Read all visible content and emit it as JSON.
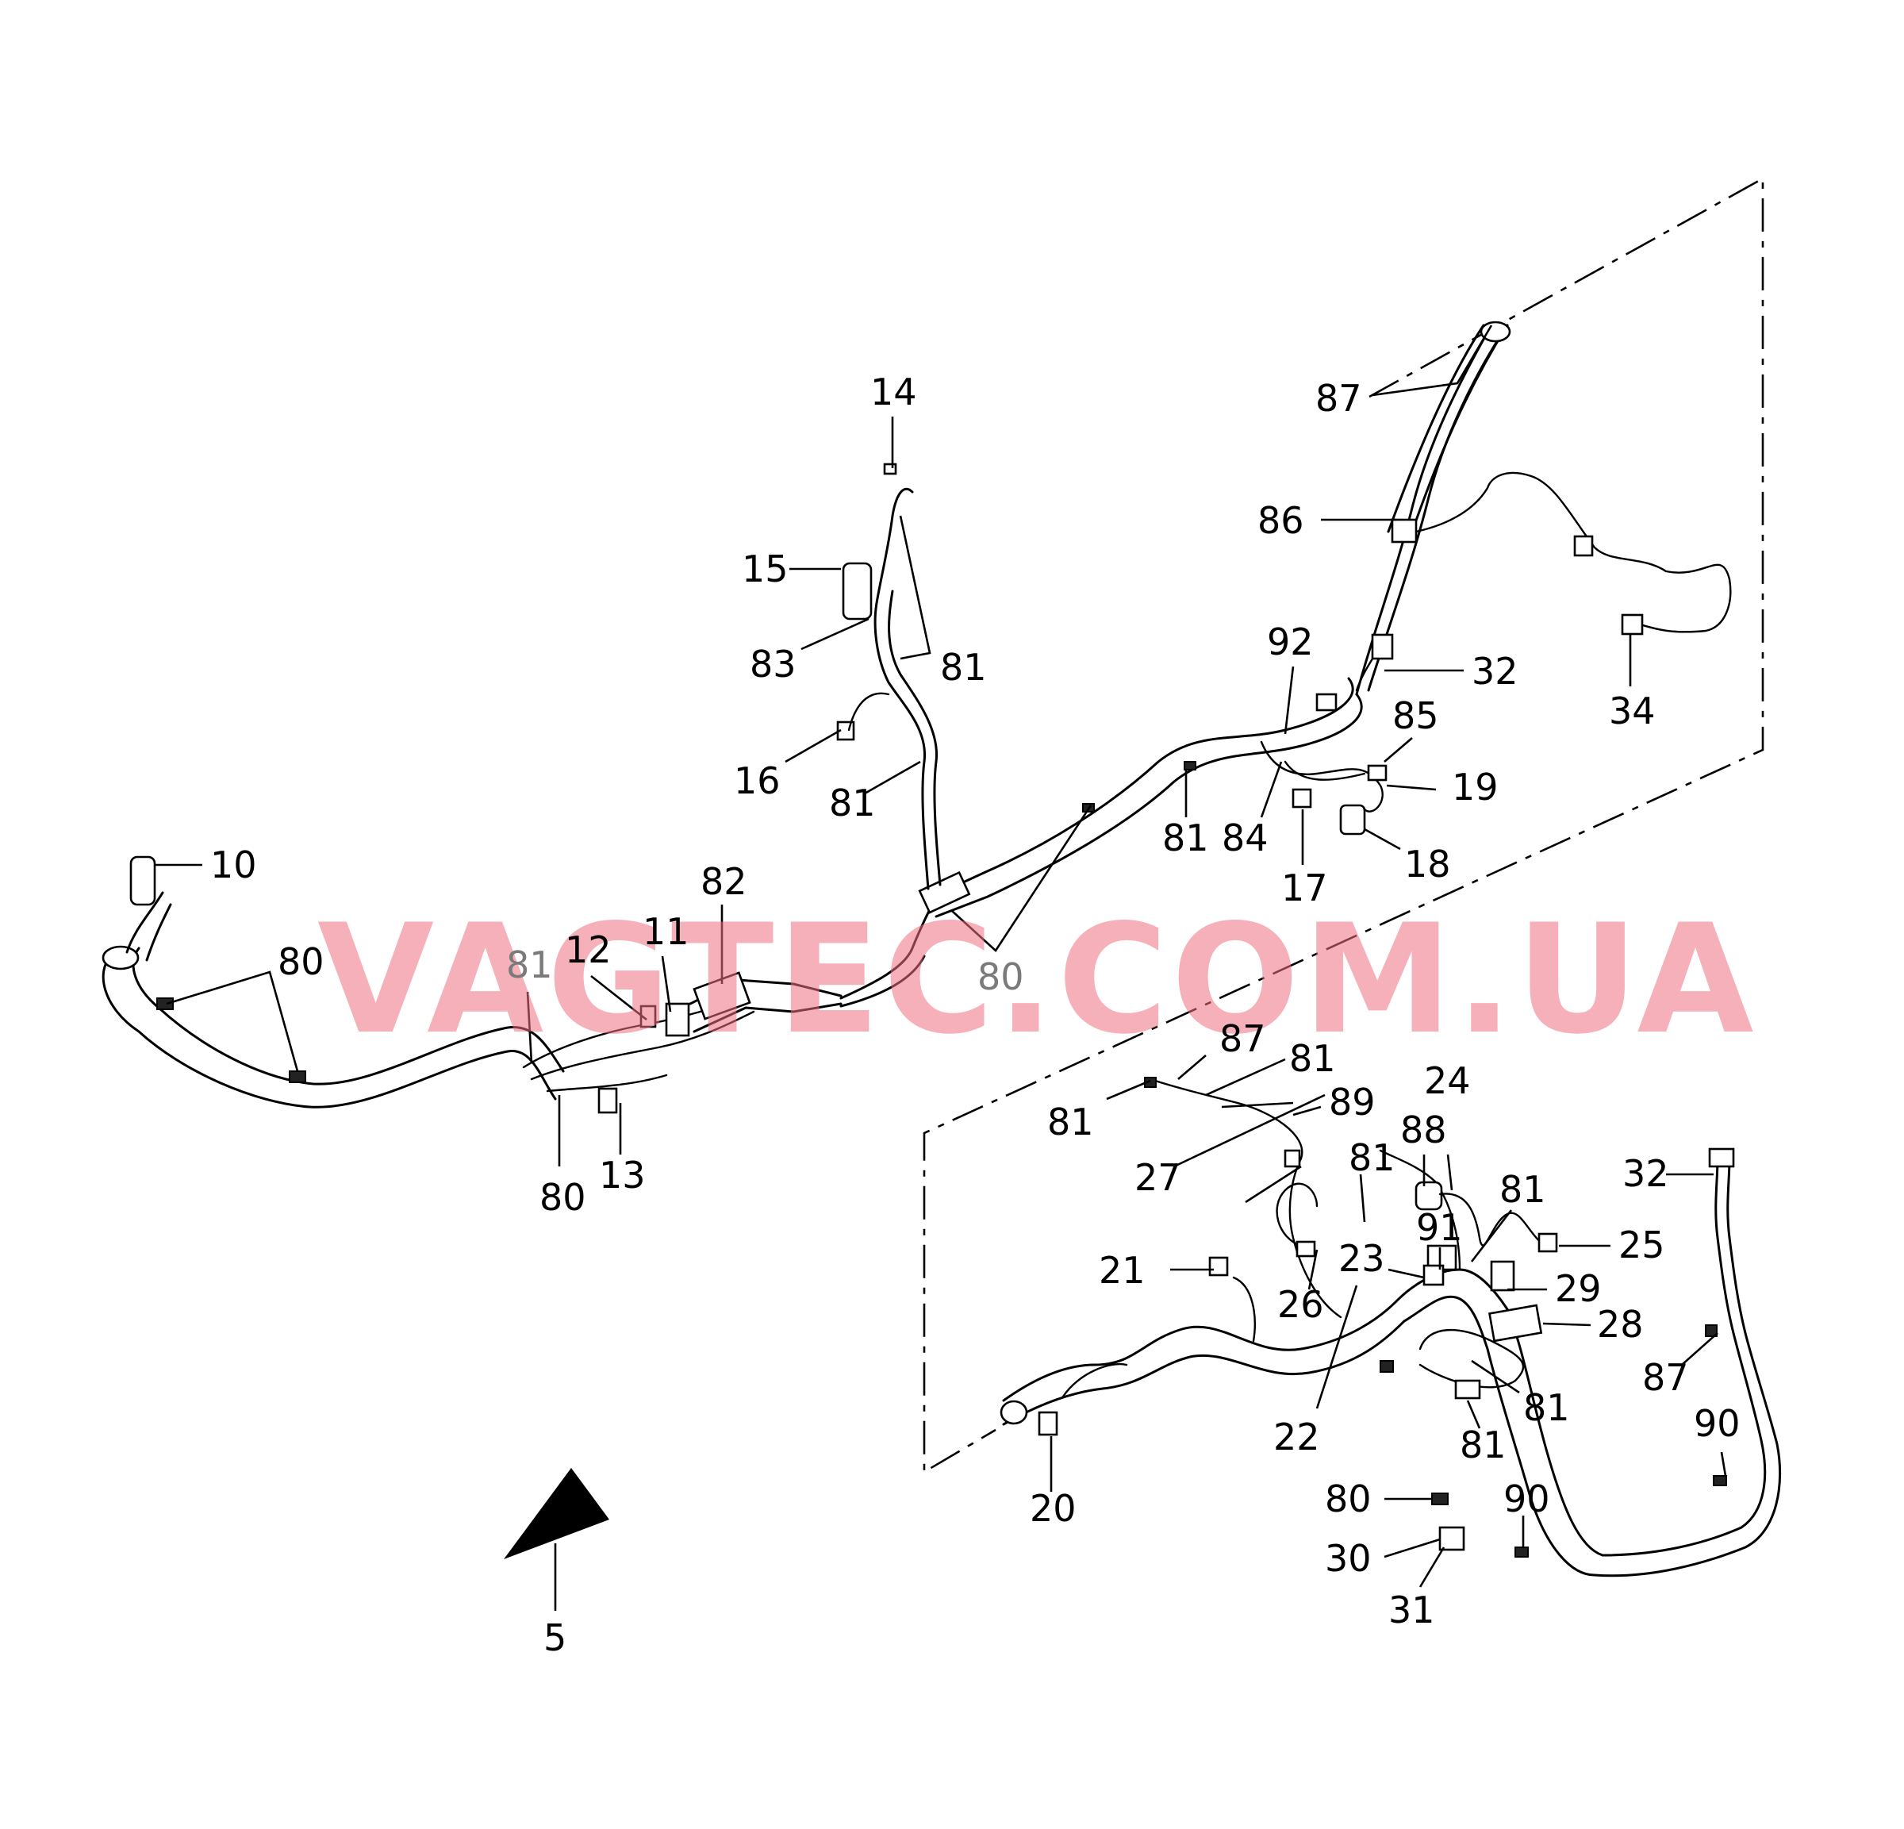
{
  "watermark": "VAGTEC.COM.UA",
  "labels": [
    {
      "id": "l10",
      "text": "10"
    },
    {
      "id": "l80a",
      "text": "80"
    },
    {
      "id": "l81a",
      "text": "81"
    },
    {
      "id": "l12",
      "text": "12"
    },
    {
      "id": "l11",
      "text": "11"
    },
    {
      "id": "l82",
      "text": "82"
    },
    {
      "id": "l80b",
      "text": "80"
    },
    {
      "id": "l13",
      "text": "13"
    },
    {
      "id": "l14",
      "text": "14"
    },
    {
      "id": "l15",
      "text": "15"
    },
    {
      "id": "l83",
      "text": "83"
    },
    {
      "id": "l81b",
      "text": "81"
    },
    {
      "id": "l16",
      "text": "16"
    },
    {
      "id": "l81c",
      "text": "81"
    },
    {
      "id": "l80c",
      "text": "80"
    },
    {
      "id": "l87a",
      "text": "87"
    },
    {
      "id": "l86",
      "text": "86"
    },
    {
      "id": "l92",
      "text": "92"
    },
    {
      "id": "l32a",
      "text": "32"
    },
    {
      "id": "l34",
      "text": "34"
    },
    {
      "id": "l85",
      "text": "85"
    },
    {
      "id": "l19",
      "text": "19"
    },
    {
      "id": "l81d",
      "text": "81"
    },
    {
      "id": "l84",
      "text": "84"
    },
    {
      "id": "l17",
      "text": "17"
    },
    {
      "id": "l18",
      "text": "18"
    },
    {
      "id": "l87b",
      "text": "87"
    },
    {
      "id": "l81e",
      "text": "81"
    },
    {
      "id": "l81f",
      "text": "81"
    },
    {
      "id": "l89",
      "text": "89"
    },
    {
      "id": "l27",
      "text": "27"
    },
    {
      "id": "l81g",
      "text": "81"
    },
    {
      "id": "l24",
      "text": "24"
    },
    {
      "id": "l88",
      "text": "88"
    },
    {
      "id": "l81h",
      "text": "81"
    },
    {
      "id": "l32b",
      "text": "32"
    },
    {
      "id": "l91",
      "text": "91"
    },
    {
      "id": "l25",
      "text": "25"
    },
    {
      "id": "l21",
      "text": "21"
    },
    {
      "id": "l23",
      "text": "23"
    },
    {
      "id": "l26",
      "text": "26"
    },
    {
      "id": "l29",
      "text": "29"
    },
    {
      "id": "l28",
      "text": "28"
    },
    {
      "id": "l81i",
      "text": "81"
    },
    {
      "id": "l87c",
      "text": "87"
    },
    {
      "id": "l22",
      "text": "22"
    },
    {
      "id": "l81j",
      "text": "81"
    },
    {
      "id": "l90a",
      "text": "90"
    },
    {
      "id": "l20",
      "text": "20"
    },
    {
      "id": "l80d",
      "text": "80"
    },
    {
      "id": "l90b",
      "text": "90"
    },
    {
      "id": "l30",
      "text": "30"
    },
    {
      "id": "l31",
      "text": "31"
    },
    {
      "id": "l5",
      "text": "5"
    }
  ]
}
